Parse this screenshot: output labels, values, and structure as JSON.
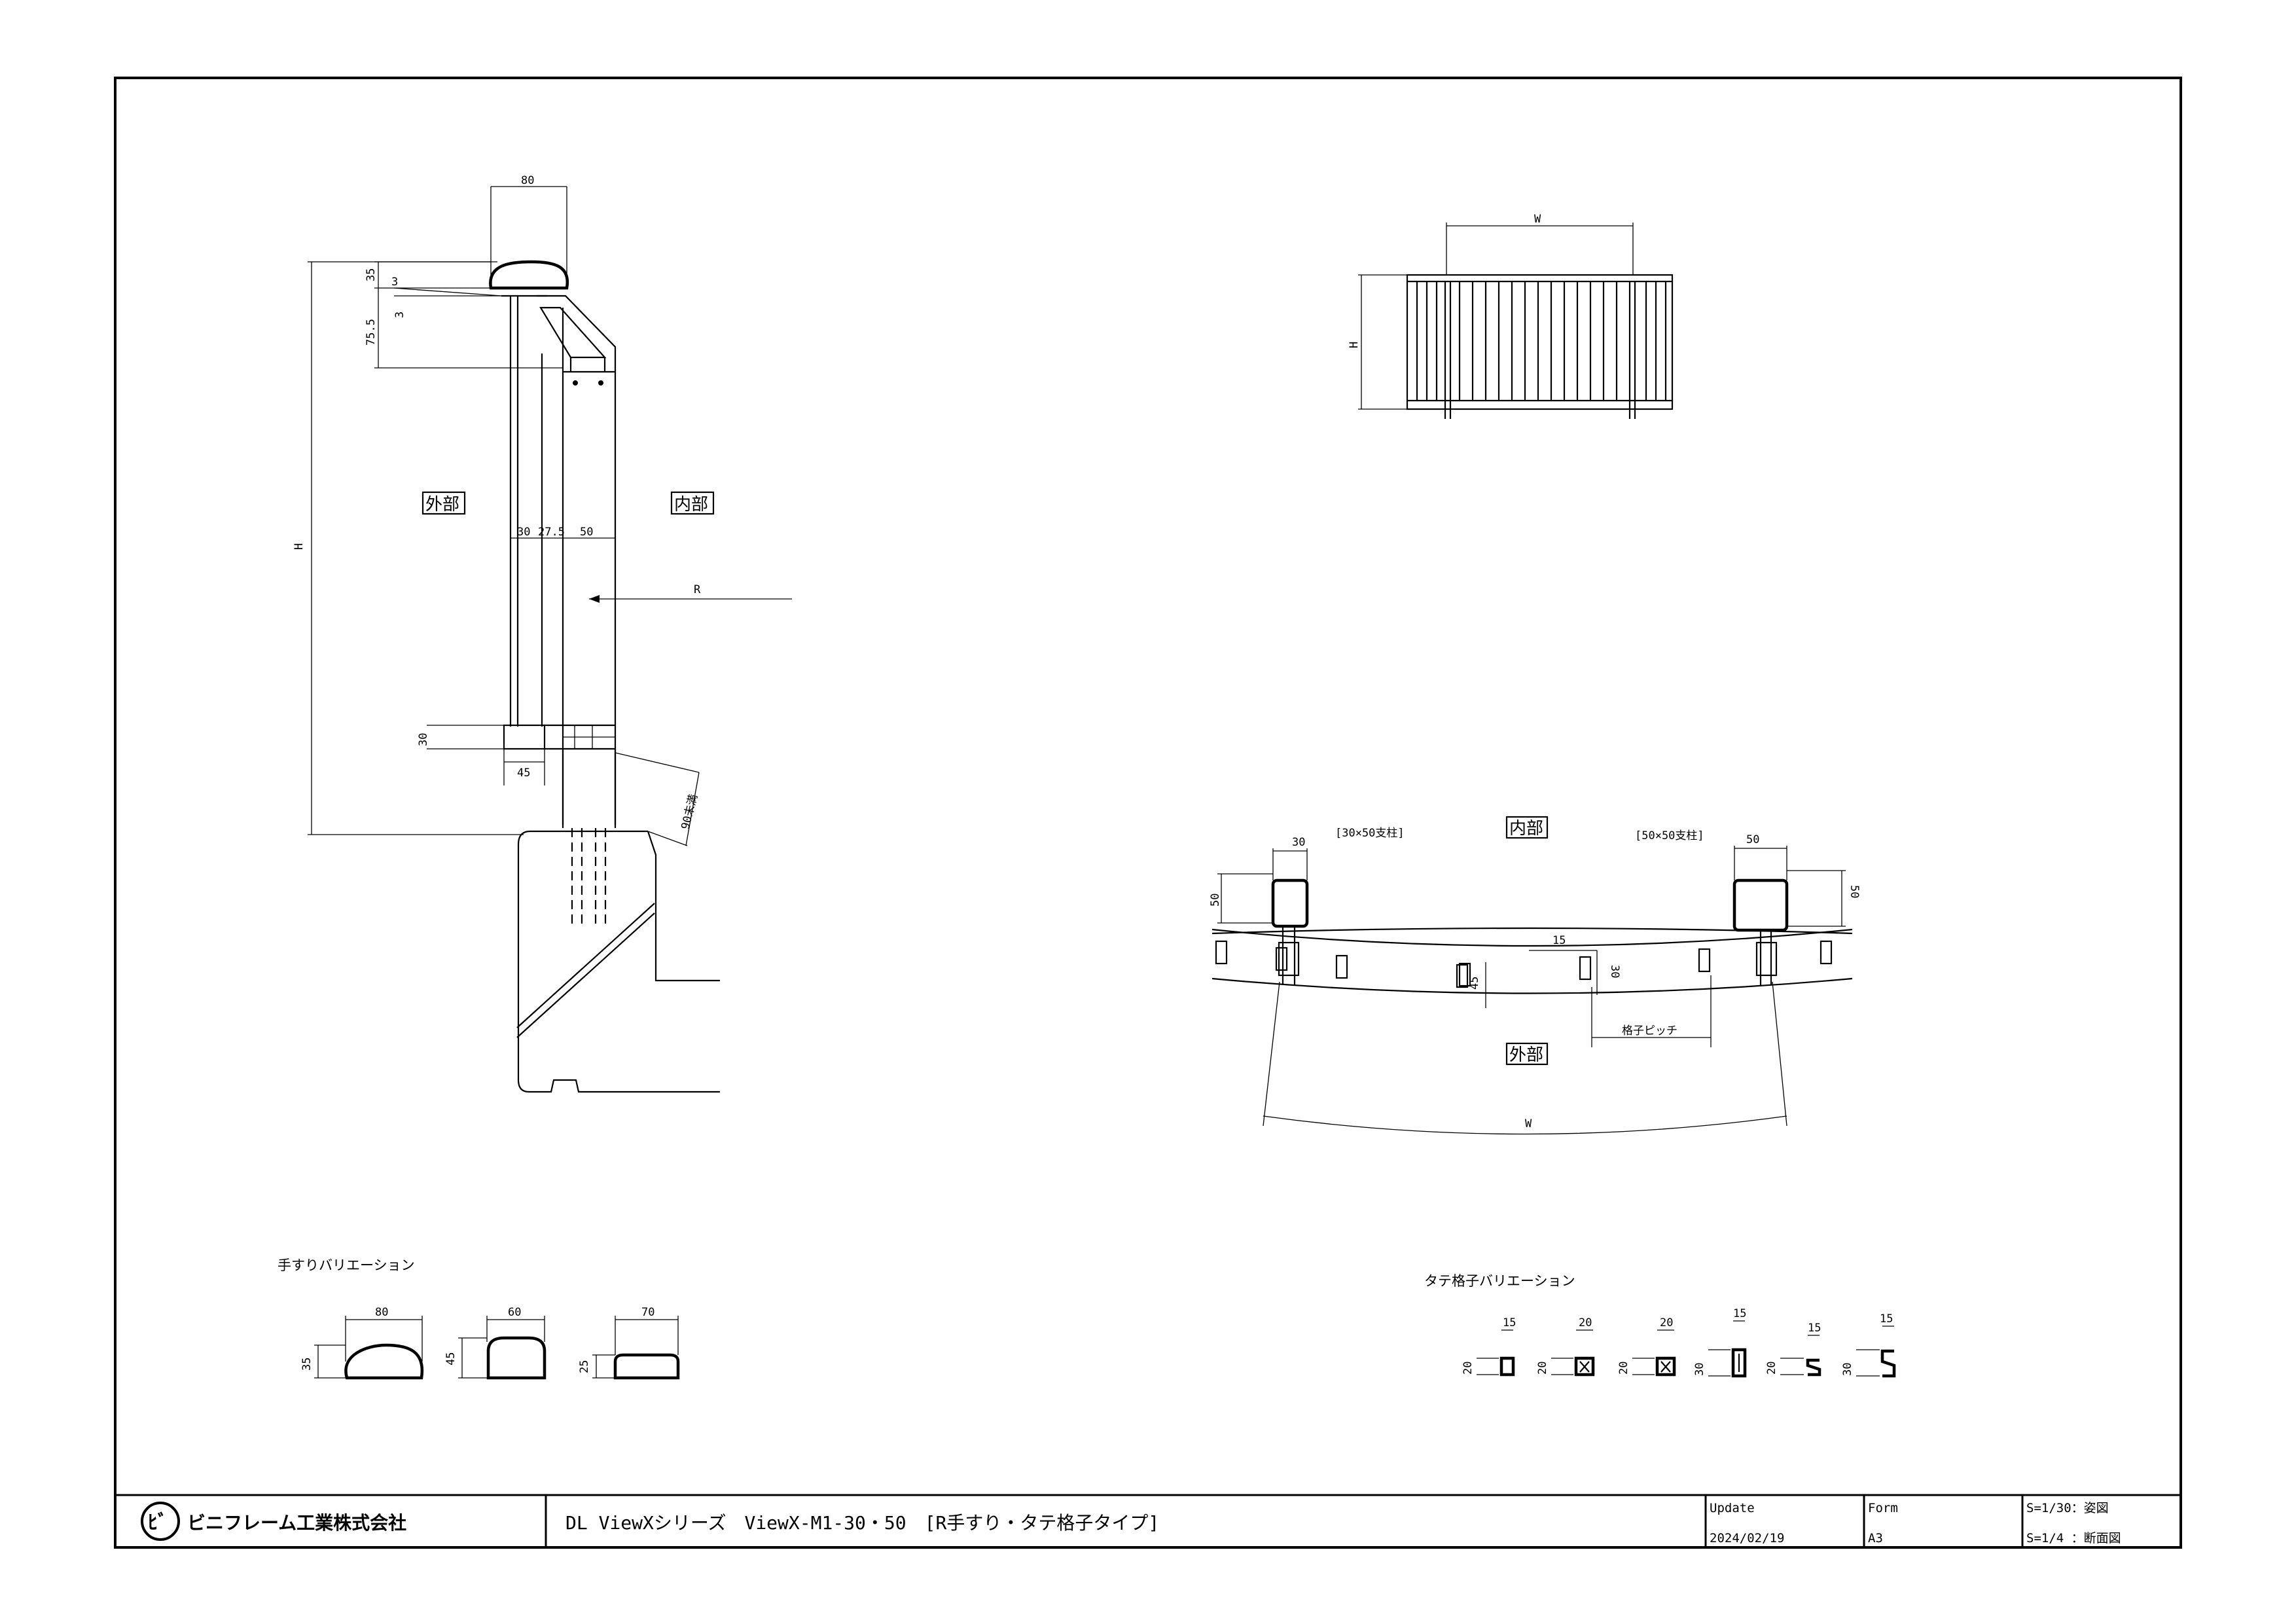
{
  "section": {
    "dims": {
      "rail_width": "80",
      "rail_h": "35",
      "gap_a": "3",
      "gap_b": "3",
      "bracket": "75.5",
      "total_h": "H",
      "post_a": "30",
      "post_b": "27.5",
      "post_c": "50",
      "radius": "R",
      "bottom_h": "30",
      "bottom_w": "45",
      "embed": "90未満"
    },
    "outside_label": "外部",
    "inside_label": "内部"
  },
  "elevation": {
    "width_dim": "W",
    "height_dim": "H"
  },
  "plan": {
    "inside_label": "内部",
    "outside_label": "外部",
    "post_30x50_label": "[30×50支柱]",
    "post_50x50_label": "[50×50支柱]",
    "dims": {
      "p1_w": "30",
      "p1_h": "50",
      "p2_w": "50",
      "p2_h": "50",
      "bar_w": "15",
      "bar_d": "30",
      "rail_d": "45",
      "pitch": "格子ピッチ",
      "width": "W"
    }
  },
  "handrail_variations": {
    "title": "手すりバリエーション",
    "items": [
      {
        "w": "80",
        "h": "35"
      },
      {
        "w": "60",
        "h": "45"
      },
      {
        "w": "70",
        "h": "25"
      }
    ]
  },
  "bar_variations": {
    "title": "タテ格子バリエーション",
    "items": [
      {
        "w": "15",
        "h": "20"
      },
      {
        "w": "20",
        "h": "20"
      },
      {
        "w": "20",
        "h": "20"
      },
      {
        "w": "15",
        "h": "30"
      },
      {
        "w": "15",
        "h": "20"
      },
      {
        "w": "15",
        "h": "30"
      }
    ]
  },
  "title_block": {
    "company": "ビニフレーム工業株式会社",
    "drawing_title": "DL ViewXシリーズ　ViewX-M1-30・50　[R手すり・タテ格子タイプ]",
    "update_label": "Update",
    "update_value": "2024/02/19",
    "form_label": "Form",
    "form_value": "A3",
    "scale_1": "S=1/30：姿図",
    "scale_2": "S=1/4 ：断面図"
  }
}
